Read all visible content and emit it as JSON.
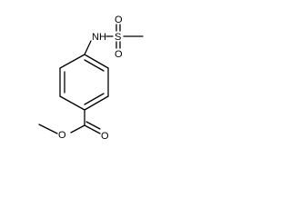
{
  "molecule": {
    "atoms": {
      "nh": "NH",
      "s": "S",
      "o_top": "O",
      "o_bottom": "O",
      "o_carbonyl": "O",
      "o_ester": "O"
    },
    "colors": {
      "bond": "#000000",
      "label": "#000000",
      "background": "#ffffff"
    }
  }
}
